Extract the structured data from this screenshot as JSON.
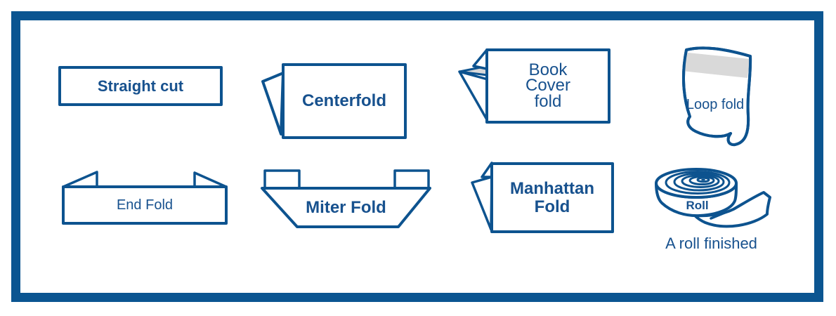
{
  "page": {
    "background": "#ffffff",
    "frame_color": "#0b5591",
    "line_color": "#0d538f",
    "text_color": "#17518e",
    "gray_fill": "#d9d9d9"
  },
  "diagrams": {
    "straight_cut": {
      "label": "Straight cut"
    },
    "centerfold": {
      "label": "Centerfold"
    },
    "book_cover_fold": {
      "label": "Book\nCover\nfold"
    },
    "loop_fold": {
      "label": "Loop fold"
    },
    "end_fold": {
      "label": "End Fold"
    },
    "miter_fold": {
      "label": "Miter Fold"
    },
    "manhattan_fold": {
      "label": "Manhattan\nFold"
    },
    "roll": {
      "label": "Roll",
      "caption": "A roll finished"
    }
  }
}
